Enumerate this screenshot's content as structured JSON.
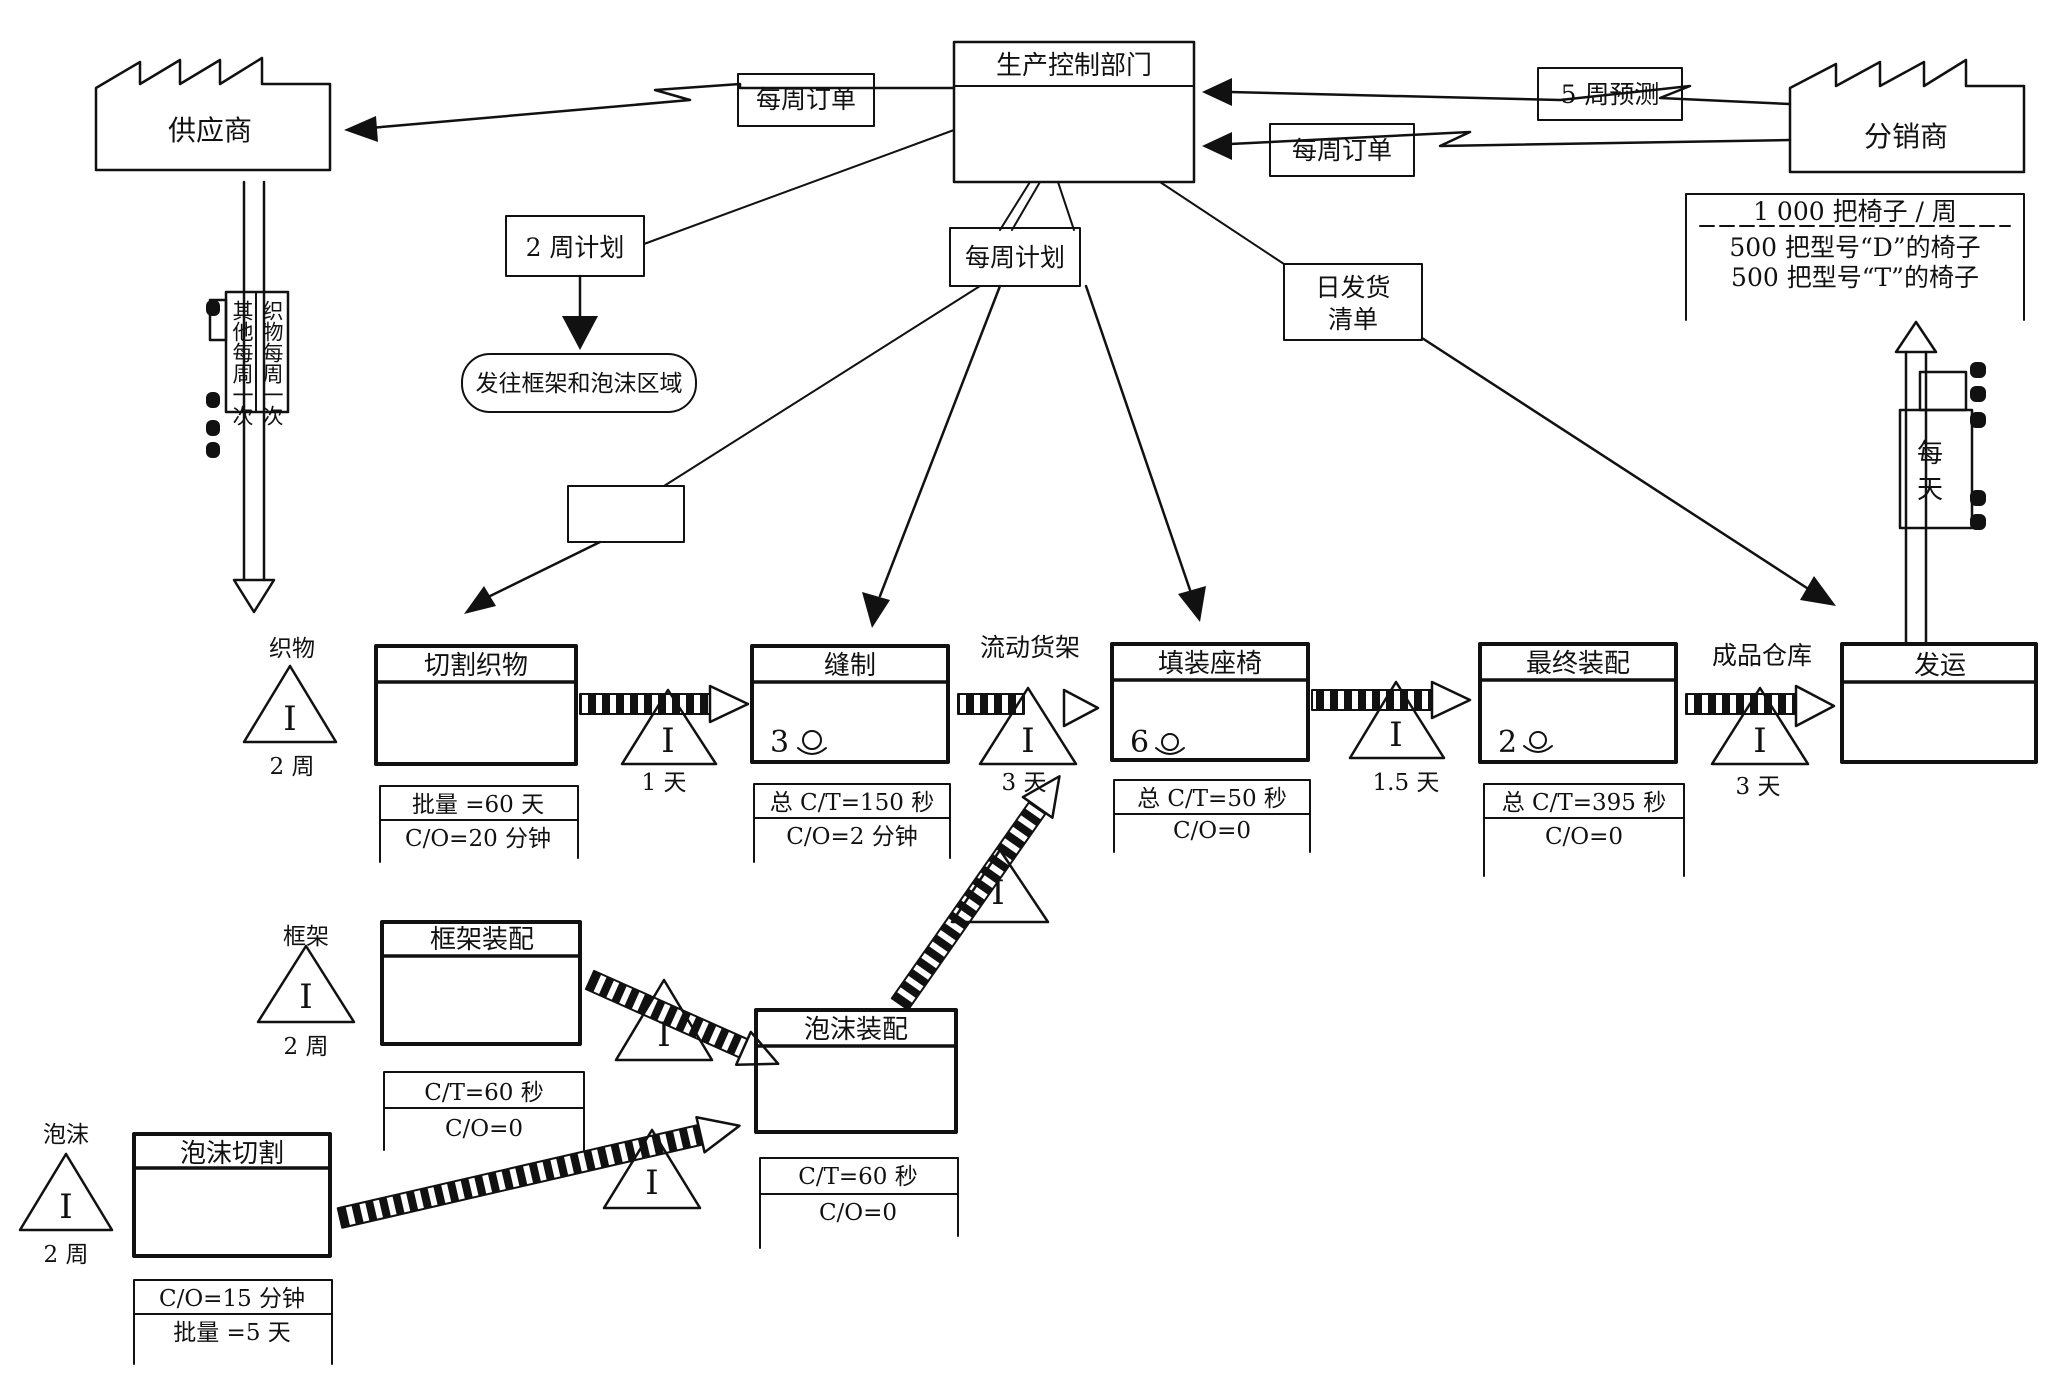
{
  "control": {
    "title": "生产控制部门"
  },
  "supplier": {
    "label": "供应商"
  },
  "distributor": {
    "label": "分销商"
  },
  "orders": {
    "weekly_to_supplier": "每周订单",
    "forecast": "5 周预测",
    "weekly_from_customer": "每周订单",
    "two_week_plan": "2 周计划",
    "weekly_plan": "每周计划",
    "daily_ship_1": "日发货",
    "daily_ship_2": "清单",
    "send_to": "发往框架和泡沫区域"
  },
  "demand": {
    "line1": "1 000 把椅子 / 周",
    "line2": "500 把型号“D”的椅子",
    "line3": "500 把型号“T”的椅子"
  },
  "truck_in": {
    "col1": "织物每周一次",
    "col2": "其他每周一次"
  },
  "truck_out": {
    "label1": "每",
    "label2": "天"
  },
  "processes": {
    "cut_fabric": {
      "title": "切割织物",
      "row1": "批量 =60 天",
      "row2": "C/O=20 分钟"
    },
    "sew": {
      "title": "缝制",
      "ops": "3",
      "row1": "总 C/T=150 秒",
      "row2": "C/O=2 分钟"
    },
    "fill_seat": {
      "title": "填装座椅",
      "ops": "6",
      "row1": "总 C/T=50 秒",
      "row2": "C/O=0"
    },
    "final_assembly": {
      "title": "最终装配",
      "ops": "2",
      "row1": "总 C/T=395 秒",
      "row2": "C/O=0"
    },
    "ship": {
      "title": "发运"
    },
    "frame_assembly": {
      "title": "框架装配",
      "row1": "C/T=60 秒",
      "row2": "C/O=0"
    },
    "foam_assembly": {
      "title": "泡沫装配",
      "row1": "C/T=60 秒",
      "row2": "C/O=0"
    },
    "foam_cut": {
      "title": "泡沫切割",
      "row1": "C/O=15 分钟",
      "row2": "批量 =5 天"
    }
  },
  "inventory": {
    "fabric": {
      "label": "织物",
      "time": "2 周"
    },
    "frame": {
      "label": "框架",
      "time": "2 周"
    },
    "foam": {
      "label": "泡沫",
      "time": "2 周"
    },
    "after_cut": {
      "time": "1 天"
    },
    "after_sew": {
      "label": "流动货架",
      "time": "3 天"
    },
    "after_fill": {
      "time": "1.5 天"
    },
    "after_final": {
      "label": "成品仓库",
      "time": "3 天"
    },
    "symbol": "I"
  }
}
